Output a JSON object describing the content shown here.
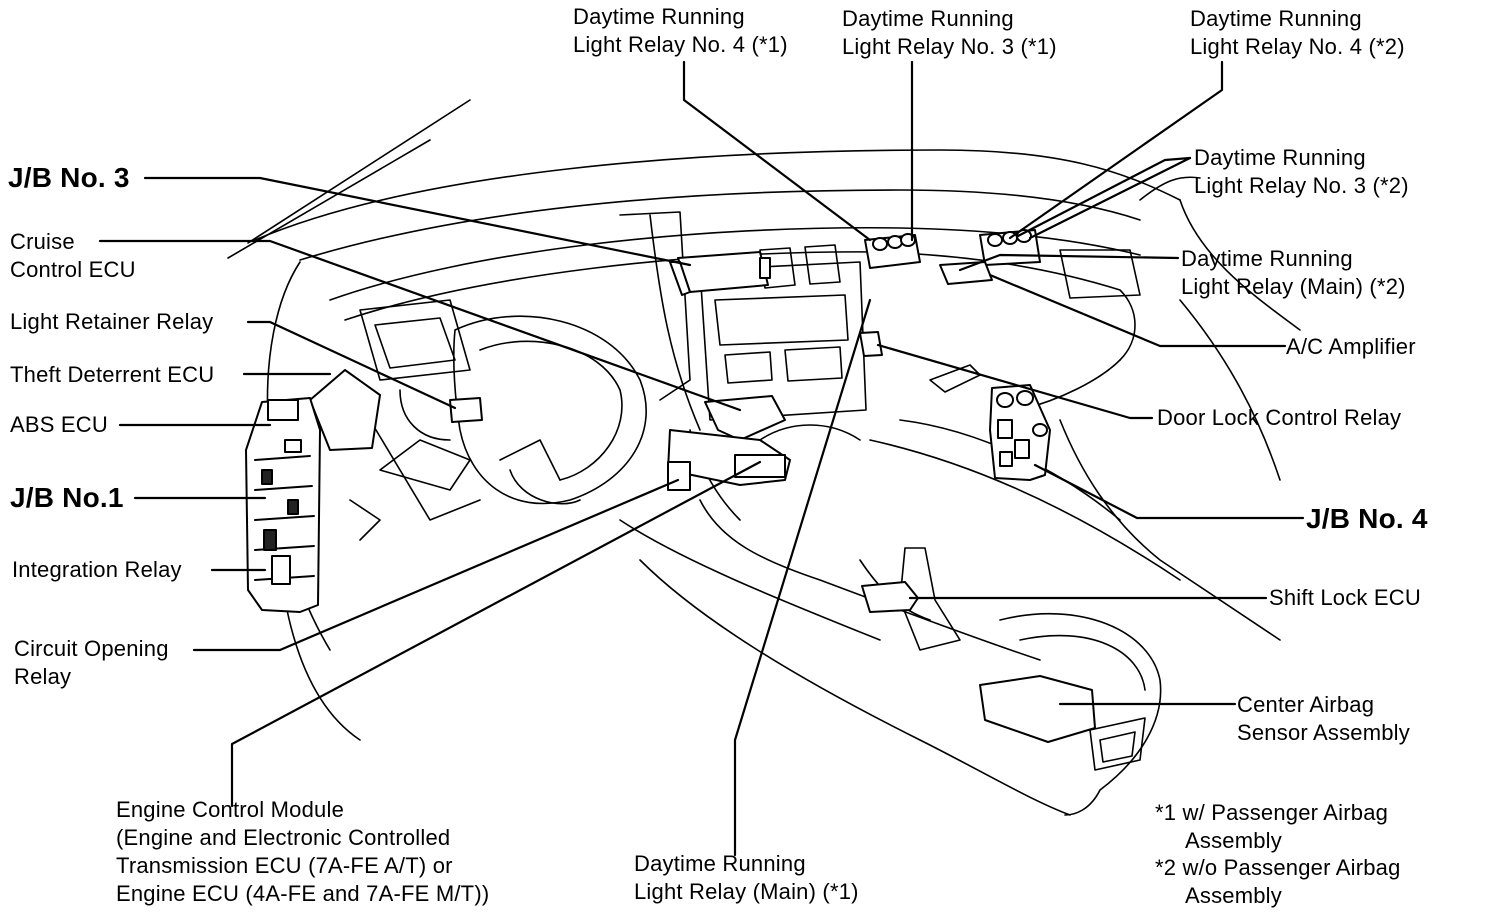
{
  "labels": {
    "drl4_1": [
      "Daytime Running",
      "Light Relay No. 4 (*1)"
    ],
    "drl3_1": [
      "Daytime Running",
      "Light Relay No. 3 (*1)"
    ],
    "drl4_2": [
      "Daytime Running",
      "Light Relay No. 4 (*2)"
    ],
    "drl3_2": [
      "Daytime Running",
      "Light Relay No. 3 (*2)"
    ],
    "drlmain_2": [
      "Daytime Running",
      "Light Relay (Main) (*2)"
    ],
    "jb3": "J/B No. 3",
    "cruise": [
      "Cruise",
      "Control ECU"
    ],
    "light_retainer": "Light Retainer Relay",
    "theft": "Theft Deterrent ECU",
    "abs": "ABS ECU",
    "jb1": "J/B No.1",
    "integration": "Integration Relay",
    "circuit_opening": [
      "Circuit Opening",
      "Relay"
    ],
    "ecm": [
      "Engine Control Module",
      "(Engine and Electronic Controlled",
      "Transmission ECU (7A-FE A/T) or",
      "Engine ECU (4A-FE and 7A-FE M/T))"
    ],
    "drlmain_1": [
      "Daytime Running",
      "Light Relay (Main) (*1)"
    ],
    "ac_amp": "A/C Amplifier",
    "door_lock": "Door Lock Control Relay",
    "jb4": "J/B No. 4",
    "shift_lock": "Shift Lock ECU",
    "airbag_sensor": [
      "Center Airbag",
      "Sensor Assembly"
    ]
  },
  "notes": {
    "note1": [
      "*1 w/ Passenger Airbag",
      "Assembly"
    ],
    "note2": [
      "*2 w/o Passenger Airbag",
      "Assembly"
    ]
  }
}
